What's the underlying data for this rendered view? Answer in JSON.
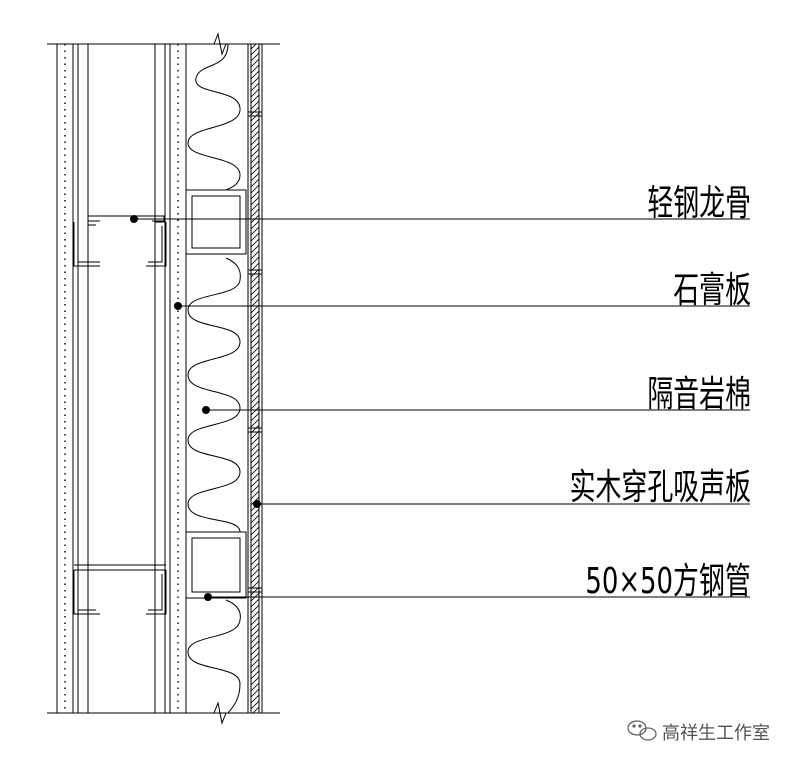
{
  "labels": {
    "light_steel_keel": "轻钢龙骨",
    "gypsum_board": "石膏板",
    "acoustic_rockwool": "隔音岩棉",
    "perforated_wood_panel": "实木穿孔吸声板",
    "square_steel_tube": "50×50方钢管"
  },
  "watermark": {
    "text": "高祥生工作室",
    "icon": "wechat-icon"
  },
  "colors": {
    "line": "#000000",
    "background": "#ffffff",
    "watermark": "#555555"
  }
}
